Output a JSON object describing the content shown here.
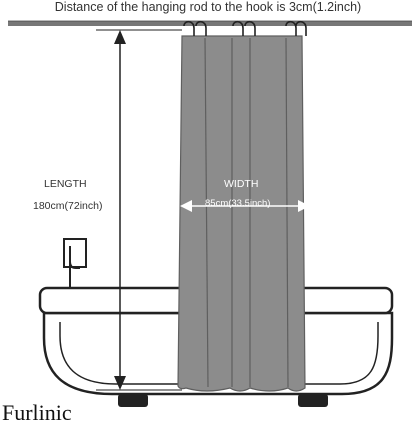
{
  "title_note": "Distance of the hanging rod to the hook is 3cm(1.2inch)",
  "length": {
    "label": "LENGTH",
    "value": "180cm(72inch)"
  },
  "width": {
    "label": "WIDTH",
    "value": "85cm(33.5inch)"
  },
  "brand": "Furlinic",
  "colors": {
    "curtain": "#8c8c8c",
    "curtain_shadow": "#5f5f5f",
    "rod": "#777777",
    "outline": "#222222"
  }
}
